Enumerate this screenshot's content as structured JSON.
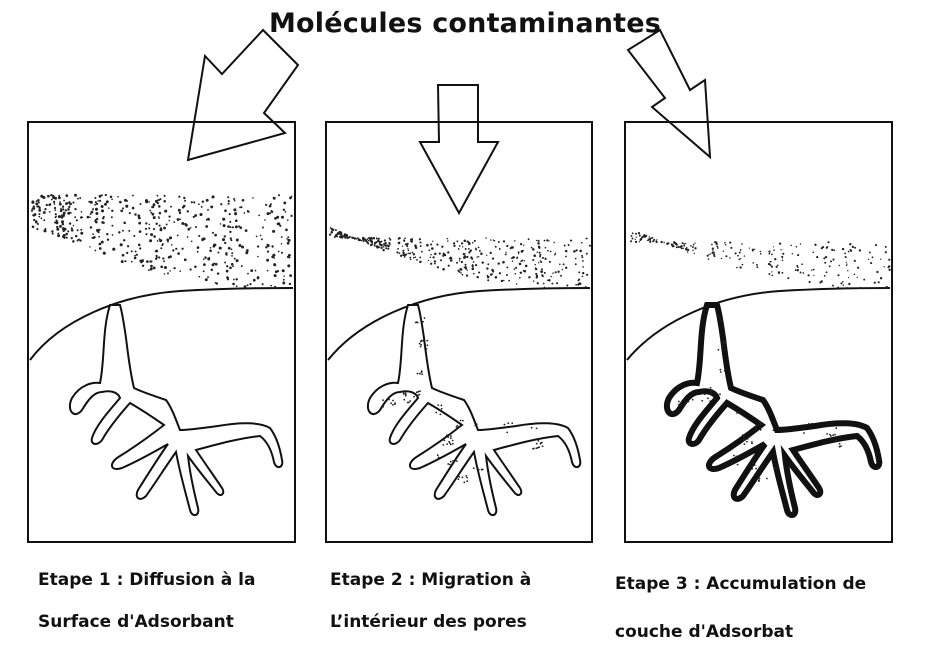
{
  "title": "Molécules contaminantes",
  "steps": [
    {
      "line1": "Etape 1 : Diffusion à la",
      "line2": "Surface d'Adsorbant"
    },
    {
      "line1": "Etape 2 : Migration à",
      "line2": "L’intérieur des pores"
    },
    {
      "line1": "Etape 3 : Accumulation de",
      "line2": "couche d'Adsorbat"
    }
  ],
  "colors": {
    "stroke": "#111111",
    "background": "#ffffff",
    "dots": "#222222"
  }
}
